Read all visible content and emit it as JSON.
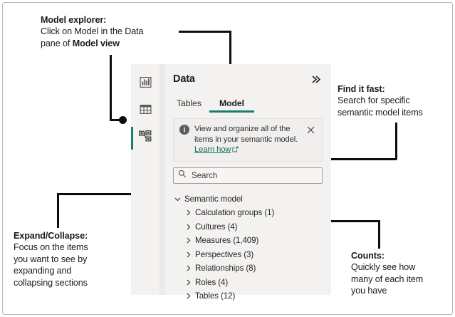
{
  "annotations": [
    {
      "id": "model-explorer",
      "heading": "Model explorer:",
      "lines": [
        "Click on Model in the Data",
        "pane of "
      ],
      "bold_tail": "Model view"
    },
    {
      "id": "find-it-fast",
      "heading": "Find it fast:",
      "lines": [
        "Search for specific",
        "semantic model items"
      ]
    },
    {
      "id": "expand-collapse",
      "heading": "Expand/Collapse:",
      "lines": [
        "Focus on the items",
        "you want to see by",
        "expanding and",
        "collapsing sections"
      ]
    },
    {
      "id": "counts",
      "heading": "Counts:",
      "lines": [
        "Quickly see how",
        "many of each item",
        "you have"
      ]
    }
  ],
  "panel": {
    "rail": [
      {
        "name": "report-view-icon",
        "label": "Report view",
        "selected": false
      },
      {
        "name": "table-view-icon",
        "label": "Table view",
        "selected": false
      },
      {
        "name": "model-view-icon",
        "label": "Model view",
        "selected": true
      }
    ],
    "title": "Data",
    "collapse_icon": "double-chevron-right-icon",
    "tabs": [
      {
        "label": "Tables",
        "active": false
      },
      {
        "label": "Model",
        "active": true
      }
    ],
    "info_banner": {
      "icon": "info-icon",
      "text_line1": "View and organize all of the items in",
      "text_line2": "your semantic model. ",
      "link_label": "Learn how",
      "external_icon": "external-link-icon",
      "close_icon": "close-icon"
    },
    "search": {
      "icon": "search-icon",
      "placeholder": "Search",
      "value": ""
    },
    "tree": {
      "root": {
        "label": "Semantic model",
        "expanded": true,
        "chevron": "chevron-down-icon"
      },
      "items": [
        {
          "label": "Calculation groups (1)",
          "count": 1,
          "expanded": false,
          "chevron": "chevron-right-icon"
        },
        {
          "label": "Cultures (4)",
          "count": 4,
          "expanded": false,
          "chevron": "chevron-right-icon"
        },
        {
          "label": "Measures (1,409)",
          "count": 1409,
          "expanded": false,
          "chevron": "chevron-right-icon"
        },
        {
          "label": "Perspectives (3)",
          "count": 3,
          "expanded": false,
          "chevron": "chevron-right-icon"
        },
        {
          "label": "Relationships (8)",
          "count": 8,
          "expanded": false,
          "chevron": "chevron-right-icon"
        },
        {
          "label": "Roles (4)",
          "count": 4,
          "expanded": false,
          "chevron": "chevron-right-icon"
        },
        {
          "label": "Tables (12)",
          "count": 12,
          "expanded": false,
          "chevron": "chevron-right-icon"
        }
      ]
    }
  },
  "colors": {
    "accent_teal": "#118272",
    "panel_bg": "#f3f2f1",
    "link": "#0f6a5e",
    "leader_line": "#0d0d0d",
    "frame_border": "#b9b9b9"
  }
}
